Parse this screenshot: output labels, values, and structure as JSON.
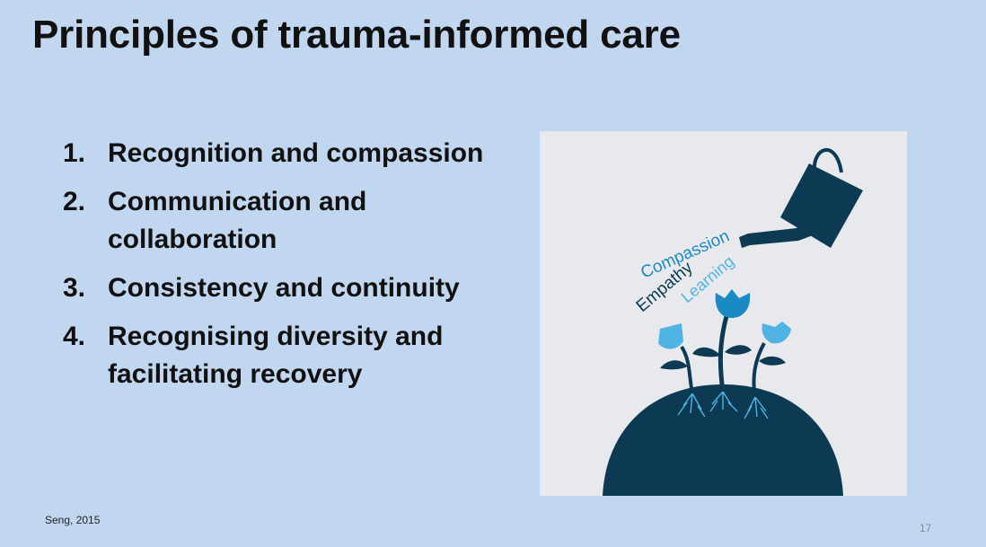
{
  "slide": {
    "title": "Principles of trauma-informed care",
    "principles": [
      {
        "number": "1.",
        "text": "Recognition and compassion"
      },
      {
        "number": "2.",
        "text": "Communication and collaboration"
      },
      {
        "number": "3.",
        "text": "Consistency and continuity"
      },
      {
        "number": "4.",
        "text": "Recognising diversity and facilitating recovery"
      }
    ],
    "citation": "Seng, 2015",
    "slide_number": "17"
  },
  "illustration": {
    "icon": "watering-can-flowers-illustration",
    "words": {
      "compassion": "Compassion",
      "empathy": "Empathy",
      "learning": "Learning"
    }
  },
  "colors": {
    "background": "#c1d7ef",
    "illustration_bg": "#e8e9ed",
    "dark_teal": "#0b3a52",
    "mid_blue": "#1a8ac4",
    "light_blue": "#4fb3e3"
  }
}
